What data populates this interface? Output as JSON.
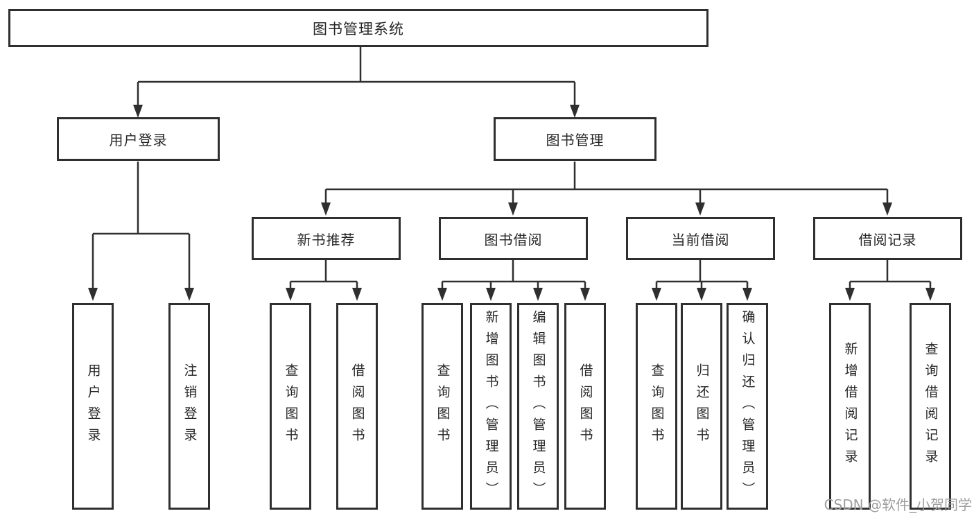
{
  "diagram": {
    "title_note": "system function structure diagram",
    "root": {
      "label": "图书管理系统"
    },
    "branches": [
      {
        "label": "用户登录",
        "children": [
          {
            "label": "用户登录"
          },
          {
            "label": "注销登录"
          }
        ]
      },
      {
        "label": "图书管理",
        "children": [
          {
            "label": "新书推荐",
            "children": [
              {
                "label": "查询图书"
              },
              {
                "label": "借阅图书"
              }
            ]
          },
          {
            "label": "图书借阅",
            "children": [
              {
                "label": "查询图书"
              },
              {
                "label": "新增图书（管理员）"
              },
              {
                "label": "编辑图书（管理员）"
              },
              {
                "label": "借阅图书"
              }
            ]
          },
          {
            "label": "当前借阅",
            "children": [
              {
                "label": "查询图书"
              },
              {
                "label": "归还图书"
              },
              {
                "label": "确认归还（管理员）"
              }
            ]
          },
          {
            "label": "借阅记录",
            "children": [
              {
                "label": "新增借阅记录"
              },
              {
                "label": "查询借阅记录"
              }
            ]
          }
        ]
      }
    ],
    "watermark": "CSDN @软件_小贺同学",
    "colors": {
      "line": "#2f2f2f",
      "box_border": "#2f2f2f",
      "box_fill": "#ffffff",
      "text": "#262626",
      "watermark": "#9e9e9e",
      "background": "#ffffff"
    }
  }
}
